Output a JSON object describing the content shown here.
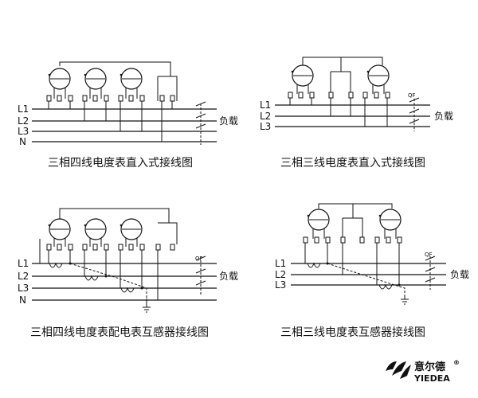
{
  "diagrams": [
    {
      "lines": [
        "L1",
        "L2",
        "L3",
        "N"
      ],
      "load": "负载",
      "caption": "三相四线电度表直入式接线图"
    },
    {
      "lines": [
        "L1",
        "L2",
        "L3"
      ],
      "load": "负载",
      "switch": "QF",
      "caption": "三相三线电度表直入式接线图"
    },
    {
      "lines": [
        "L1",
        "L2",
        "L3",
        "N"
      ],
      "load": "负载",
      "switch": "QF",
      "caption": "三相四线电度表配电表互感器接线图"
    },
    {
      "lines": [
        "L1",
        "L2",
        "L3"
      ],
      "load": "负载",
      "switch": "QF",
      "caption": "三相三线电度表互感器接线图"
    }
  ],
  "logo": {
    "name_cn": "意尔德",
    "name_en": "YIEDEA",
    "registered": "®"
  }
}
